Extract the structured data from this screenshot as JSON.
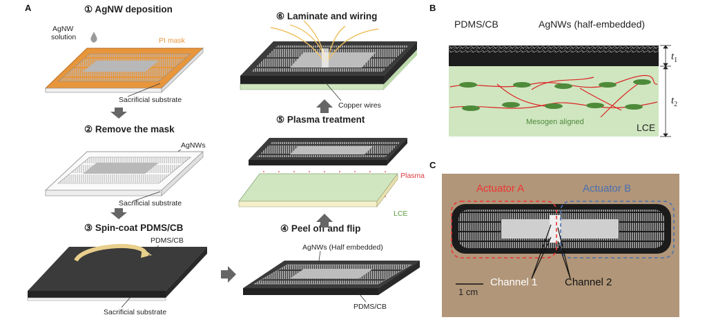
{
  "panels": {
    "a": "A",
    "b": "B",
    "c": "C"
  },
  "steps": {
    "s1": "① AgNW deposition",
    "s2": "② Remove the mask",
    "s3": "③ Spin-coat PDMS/CB",
    "s4": "④ Peel off and flip",
    "s5": "⑤ Plasma treatment",
    "s6": "⑥ Laminate and wiring"
  },
  "labels": {
    "agnw_solution_1": "AgNW",
    "agnw_solution_2": "solution",
    "pi_mask": "PI mask",
    "sacrificial_1": "Sacrificial substrate",
    "agnws": "AgNWs",
    "sacrificial_2": "Sacrificial substrate",
    "pdms_cb_3": "PDMS/CB",
    "sacrificial_3": "Sacrificial substrate",
    "agnws_half": "AgNWs (Half embedded)",
    "pdms_cb_4": "PDMS/CB",
    "lce_5": "LCE",
    "plasma": "Plasma",
    "copper_wires": "Copper wires"
  },
  "panel_b": {
    "pdms_cb": "PDMS/CB",
    "agnws": "AgNWs (half-embedded)",
    "t1": "t",
    "t1_sub": "1",
    "t2": "t",
    "t2_sub": "2",
    "mesogen": "Mesogen aligned",
    "lce": "LCE"
  },
  "panel_c": {
    "actuator_a": "Actuator A",
    "actuator_b": "Actuator B",
    "channel_1": "Channel 1",
    "channel_2": "Channel 2",
    "scale": "1 cm"
  },
  "colors": {
    "mask_orange": "#e8963c",
    "dark_layer": "#3b3b3b",
    "lce_green": "#cfe6c0",
    "mesogen": "#4e8a3a",
    "chain_red": "#d22",
    "plasma_red": "#e0393e",
    "actuator_a_red": "#e33",
    "actuator_b_blue": "#4a6fb0",
    "cardboard": "#b59a7c",
    "wire_gold": "#f0c060"
  }
}
